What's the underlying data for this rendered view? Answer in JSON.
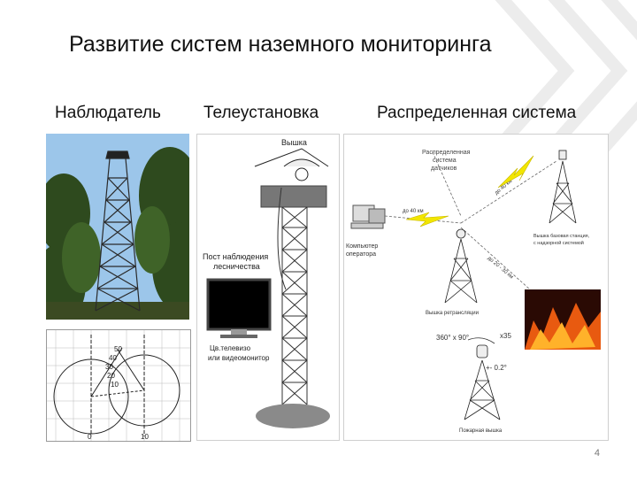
{
  "slide": {
    "title": "Развитие систем наземного мониторинга",
    "columns": [
      "Наблюдатель",
      "Телеустановка",
      "Распределенная система"
    ],
    "page_number": "4"
  },
  "tele_panel": {
    "tower_label": "Вышка",
    "post_label_1": "Пост наблюдения",
    "post_label_2": "лесничества",
    "monitor_label_1": "Цв.телевизо",
    "monitor_label_2": "или видеомонитор"
  },
  "dist_panel": {
    "sensor_system_1": "Распределенная",
    "sensor_system_2": "система",
    "sensor_system_3": "датчиков",
    "computer_1": "Компьютер",
    "computer_2": "оператора",
    "base_tower_1": "Вышка базовая станция,",
    "base_tower_2": "с надзорной системой",
    "relay_tower": "Вышка ретрансляции",
    "fire_tower": "Пожарная вышка",
    "rotation": "360° x 90°",
    "zoom": "x35",
    "accuracy": "+- 0.2°",
    "link_1": "до 40 км",
    "link_2": "до 20 - 30 км",
    "link_3": "до 40 км"
  },
  "chart_panel": {
    "labels": [
      "50",
      "40",
      "30",
      "20",
      "10",
      "0",
      "10"
    ]
  },
  "colors": {
    "accent_lightning": "#f2e600",
    "fire": "#e85a10"
  }
}
